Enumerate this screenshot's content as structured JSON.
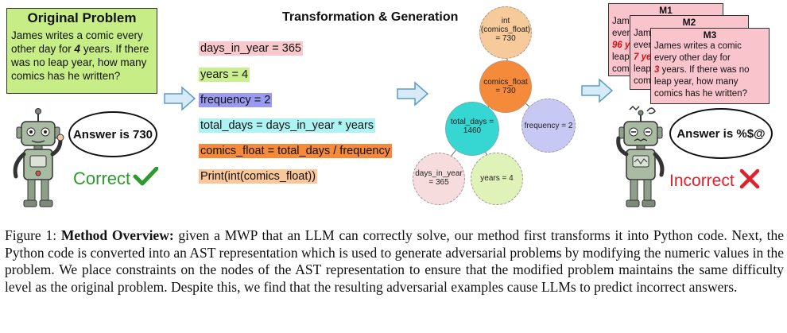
{
  "original": {
    "title": "Original Problem",
    "text_before": "James writes a comic every other day for ",
    "years": "4",
    "text_after": " years. If there was no leap year, how many comics has he written?"
  },
  "left_answer": "Answer is 730",
  "left_verdict": "Correct",
  "center_title": "Transformation & Generation",
  "code_lines": [
    {
      "text": "days_in_year = 365",
      "color": "#f8c9cc"
    },
    {
      "text": "years = 4",
      "color": "#c9ef8e"
    },
    {
      "text": "frequency = 2",
      "color": "#9a9af0"
    },
    {
      "text": "total_days = days_in_year * years",
      "color": "#aef3f3"
    },
    {
      "text": "comics_float = total_days / frequency",
      "color": "#f58a3a"
    },
    {
      "text": "Print(int(comics_float))",
      "color": "#f9c79a"
    }
  ],
  "ast_nodes": {
    "root": {
      "line1": "int",
      "line2": "(comics_float)",
      "line3": "= 730",
      "color": "#f6ca9a"
    },
    "comics": {
      "line1": "comics_float",
      "line2": "= 730",
      "color": "#f58a3a"
    },
    "total": {
      "line1": "total_days =",
      "line2": "1460",
      "color": "#36d6d2"
    },
    "frequency": {
      "line1": "frequency = 2",
      "color": "#9a9af0"
    },
    "days": {
      "line1": "days_in_year",
      "line2": "= 365",
      "color": "#f7c9cb"
    },
    "years": {
      "line1": "years = 4",
      "color": "#c7ee86"
    }
  },
  "cards": {
    "m1": {
      "title": "M1",
      "lines": [
        "Jam",
        "ever",
        "96 y",
        "leap",
        "com"
      ]
    },
    "m2": {
      "title": "M2",
      "lines": [
        "Jam",
        "ever",
        "7 yea",
        "leap",
        "comi"
      ]
    },
    "m3": {
      "title": "M3",
      "line1": "James writes a comic",
      "line2": "every other day for",
      "line3_num": "3",
      "line3_rest": " years. If there was no",
      "line4": "leap year, how many",
      "line5": "comics has he written?"
    }
  },
  "right_answer": "Answer is %$@",
  "right_verdict": "Incorrect",
  "caption": {
    "prefix": "Figure 1: ",
    "lead": "Method Overview:",
    "body": " given a MWP that an LLM can correctly solve, our method first transforms it into Python code. Next, the Python code is converted into an AST representation which is used to generate adversarial problems by modifying the numeric values in the problem. We place constraints on the nodes of the AST representation to ensure that the modified problem maintains the same difficulty level as the original problem. Despite this, we find that the resulting adversarial examples cause LLMs to predict incorrect answers."
  }
}
